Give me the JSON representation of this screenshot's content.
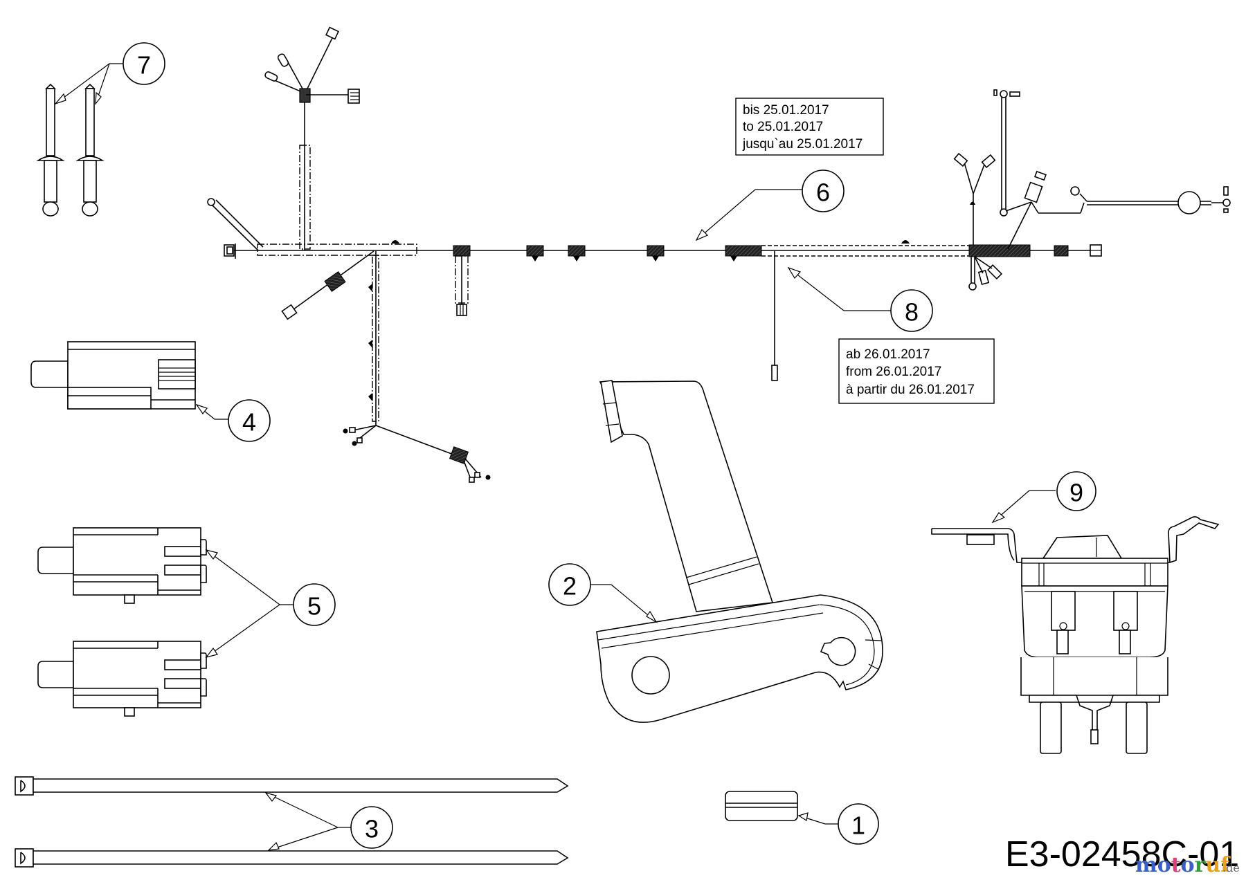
{
  "diagram": {
    "title": "Wiring harness parts diagram",
    "drawing_number": "E3-02458C-01",
    "watermark": {
      "letters": [
        "m",
        "o",
        "t",
        "o",
        "r",
        "u",
        "f"
      ],
      "letter_colors": [
        "#3b5fc4",
        "#3b5fc4",
        "#e0407a",
        "#3b5fc4",
        "#2e9e3e",
        "#e8a020",
        "#e8a020"
      ],
      "suffix": ".de"
    },
    "notes": {
      "before": {
        "lines": [
          "bis 25.01.2017",
          "to 25.01.2017",
          "jusqu`au 25.01.2017"
        ]
      },
      "after": {
        "lines": [
          "ab 26.01.2017",
          "from 26.01.2017",
          "à partir du 26.01.2017"
        ]
      }
    },
    "callouts": [
      {
        "id": "callout-1",
        "number": "1",
        "part": "fuse-holder-cap"
      },
      {
        "id": "callout-2",
        "number": "2",
        "part": "ignition-bracket"
      },
      {
        "id": "callout-3",
        "number": "3",
        "part": "cable-tie"
      },
      {
        "id": "callout-4",
        "number": "4",
        "part": "plunger-switch"
      },
      {
        "id": "callout-5",
        "number": "5",
        "part": "interlock-switch"
      },
      {
        "id": "callout-6",
        "number": "6",
        "part": "wiring-harness-before"
      },
      {
        "id": "callout-7",
        "number": "7",
        "part": "rivet"
      },
      {
        "id": "callout-8",
        "number": "8",
        "part": "wiring-harness-after"
      },
      {
        "id": "callout-9",
        "number": "9",
        "part": "solenoid"
      }
    ]
  }
}
